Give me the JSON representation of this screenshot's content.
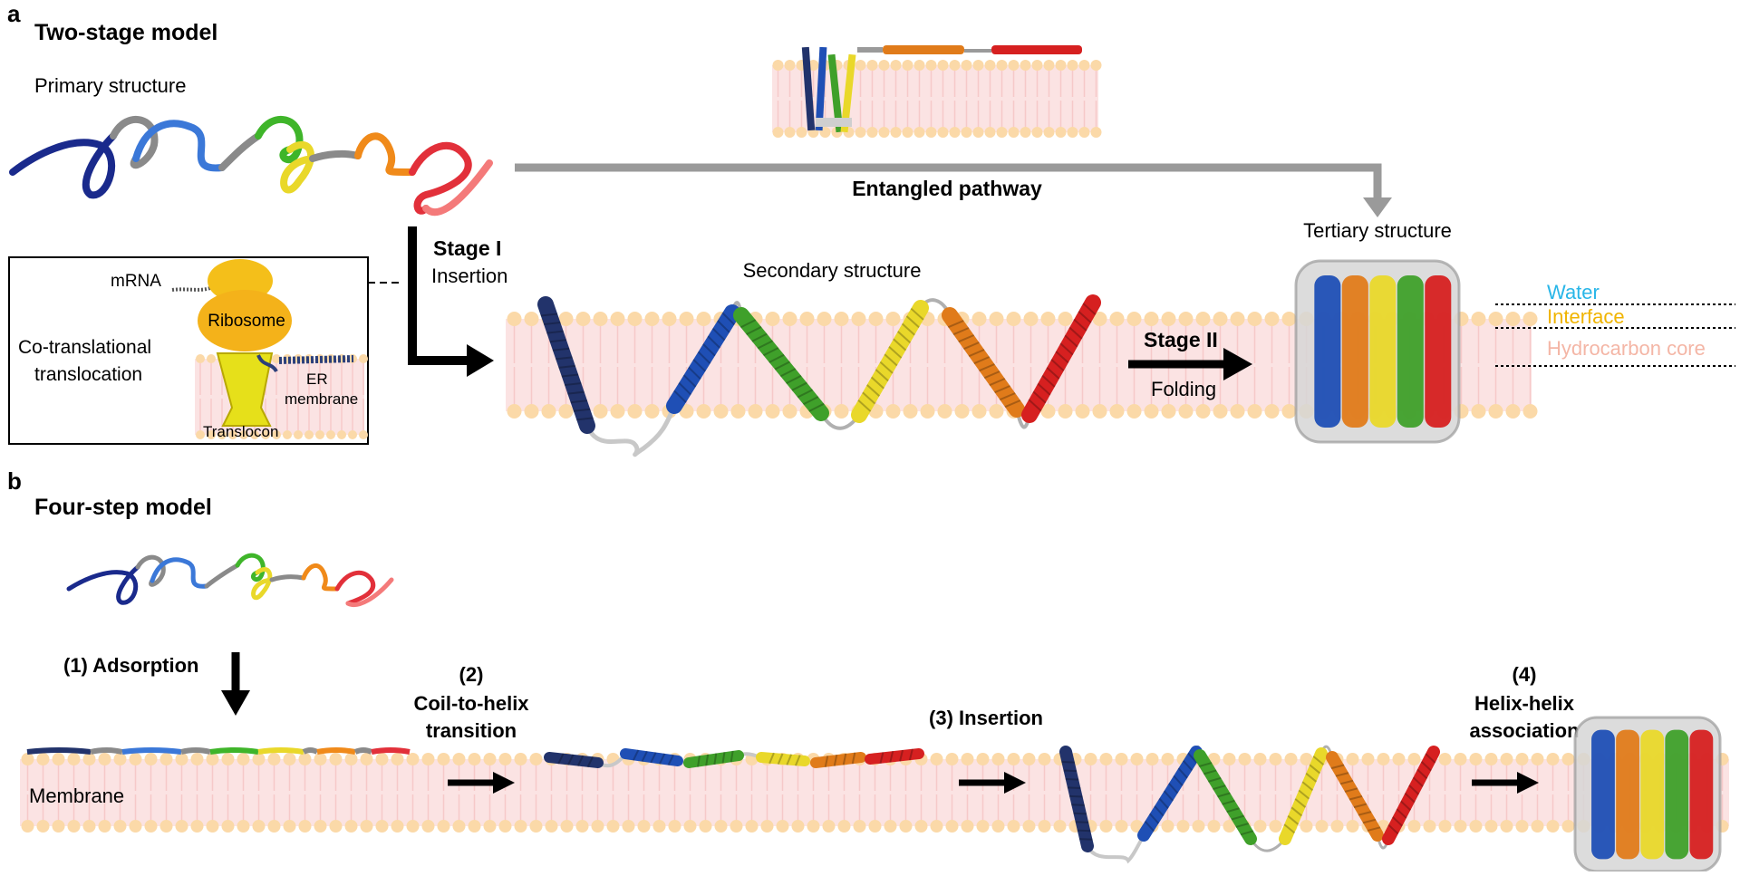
{
  "panel_a": {
    "letter": "a",
    "title": "Two-stage model",
    "primary_structure": "Primary structure",
    "entangled_pathway": "Entangled pathway",
    "stage1_label": "Stage I",
    "stage1_sub": "Insertion",
    "secondary_structure": "Secondary structure",
    "tertiary_structure": "Tertiary structure",
    "stage2_label": "Stage II",
    "stage2_sub": "Folding",
    "inset": {
      "mrna": "mRNA",
      "ribosome": "Ribosome",
      "cotrans_line1": "Co-translational",
      "cotrans_line2": "translocation",
      "er_line1": "ER",
      "er_line2": "membrane",
      "translocon": "Translocon"
    },
    "legend": {
      "water": "Water",
      "interface": "Interface",
      "core": "Hydrocarbon core"
    }
  },
  "panel_b": {
    "letter": "b",
    "title": "Four-step model",
    "step1": "(1) Adsorption",
    "step2_num": "(2)",
    "step2_line1": "Coil-to-helix",
    "step2_line2": "transition",
    "step3": "(3) Insertion",
    "step4_num": "(4)",
    "step4_line1": "Helix-helix",
    "step4_line2": "association",
    "membrane": "Membrane"
  },
  "colors": {
    "lipid_head": "#fbd9a8",
    "lipid_tail": "#fbe3e3",
    "helix": [
      "#22336b",
      "#1f4fb5",
      "#3fa02a",
      "#e9d82a",
      "#e07b1a",
      "#d62020"
    ],
    "arrow_gray": "#9a9a9a",
    "water_text": "#29b6e8",
    "interface_text": "#f0b400",
    "core_text": "#f4b6a6"
  }
}
